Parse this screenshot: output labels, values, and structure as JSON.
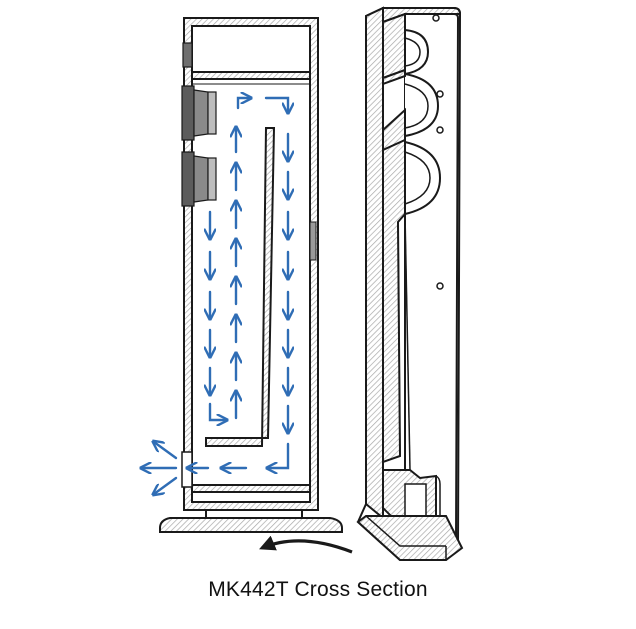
{
  "caption": "MK442T Cross Section",
  "colors": {
    "airflow_arrow": "#2f6db5",
    "outline": "#1a1a1a",
    "wood_hatch": "#c9c9c9",
    "driver": "#6f6f6f",
    "background": "#ffffff"
  },
  "views": [
    {
      "name": "front-cross-section",
      "shows": [
        "two woofer drivers",
        "folded transmission-line air path",
        "bottom vent port",
        "plinth base"
      ]
    },
    {
      "name": "side-cabinet-view",
      "shows": [
        "three driver cutouts",
        "internal bracing",
        "plinth base"
      ]
    }
  ],
  "icons": {
    "airflow": "arrow-icon",
    "rotate": "curved-arrow-icon",
    "vent": "airflow-out-icon"
  }
}
